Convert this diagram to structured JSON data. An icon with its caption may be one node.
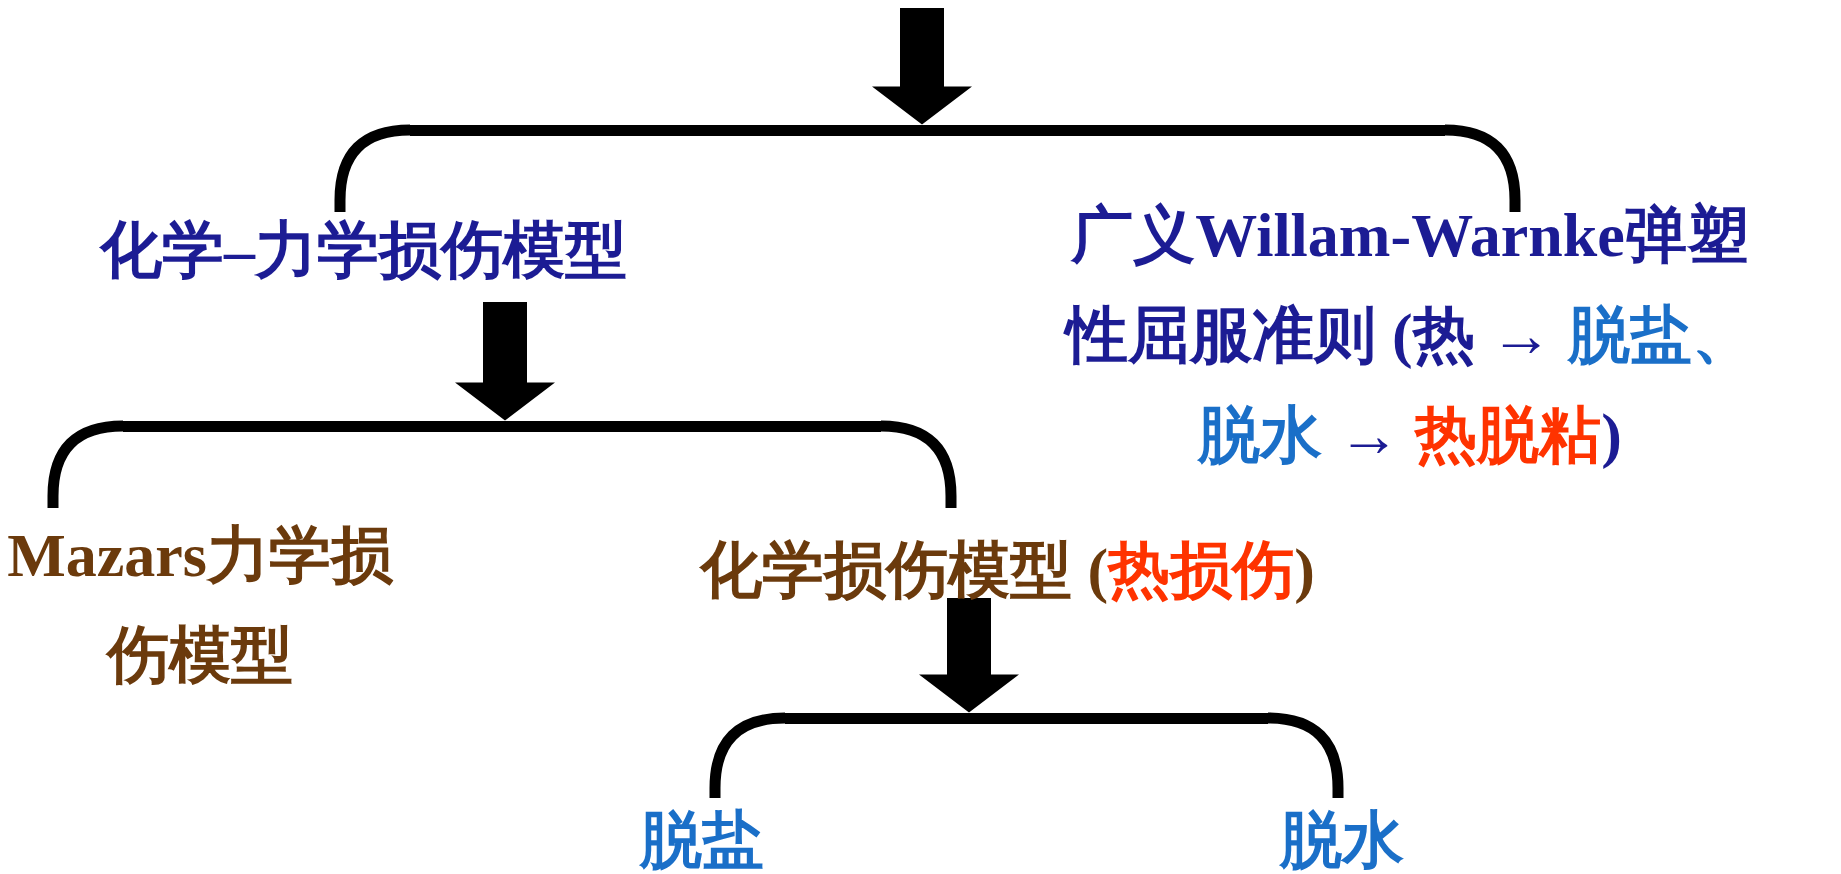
{
  "diagram": {
    "nodes": [
      {
        "text": [],
        "shape": "bracket"
      },
      {
        "text": [
          "化学–力学损伤模型"
        ]
      },
      {
        "text": [
          "广义**Willam-Warnke**弹塑性屈服准则 (热 →",
          "脱盐、脱水",
          "→",
          "热脱粘",
          ")"
        ]
      },
      {
        "text": [],
        "shape": "bracket"
      },
      {
        "text": [
          "**Mazars**力学损伤模型"
        ]
      },
      {
        "text": [
          "化学损伤模型 (",
          "热损伤",
          ")"
        ]
      },
      {
        "text": [],
        "shape": "bracket"
      },
      {
        "text": [
          "脱盐"
        ]
      },
      {
        "text": [
          "脱水"
        ]
      }
    ],
    "edges": [
      {
        "from": null,
        "to": 0,
        "arrow": "to"
      },
      {
        "from": 0,
        "to": 1,
        "arrow": "none"
      },
      {
        "from": 0,
        "to": 2,
        "arrow": "none"
      },
      {
        "from": 1,
        "to": 3,
        "arrow": "to"
      },
      {
        "from": 3,
        "to": 4,
        "arrow": "none"
      },
      {
        "from": 3,
        "to": 5,
        "arrow": "none"
      },
      {
        "from": 5,
        "to": 6,
        "arrow": "to"
      },
      {
        "from": 6,
        "to": 7,
        "arrow": "none"
      },
      {
        "from": 6,
        "to": 8,
        "arrow": "none"
      }
    ]
  }
}
